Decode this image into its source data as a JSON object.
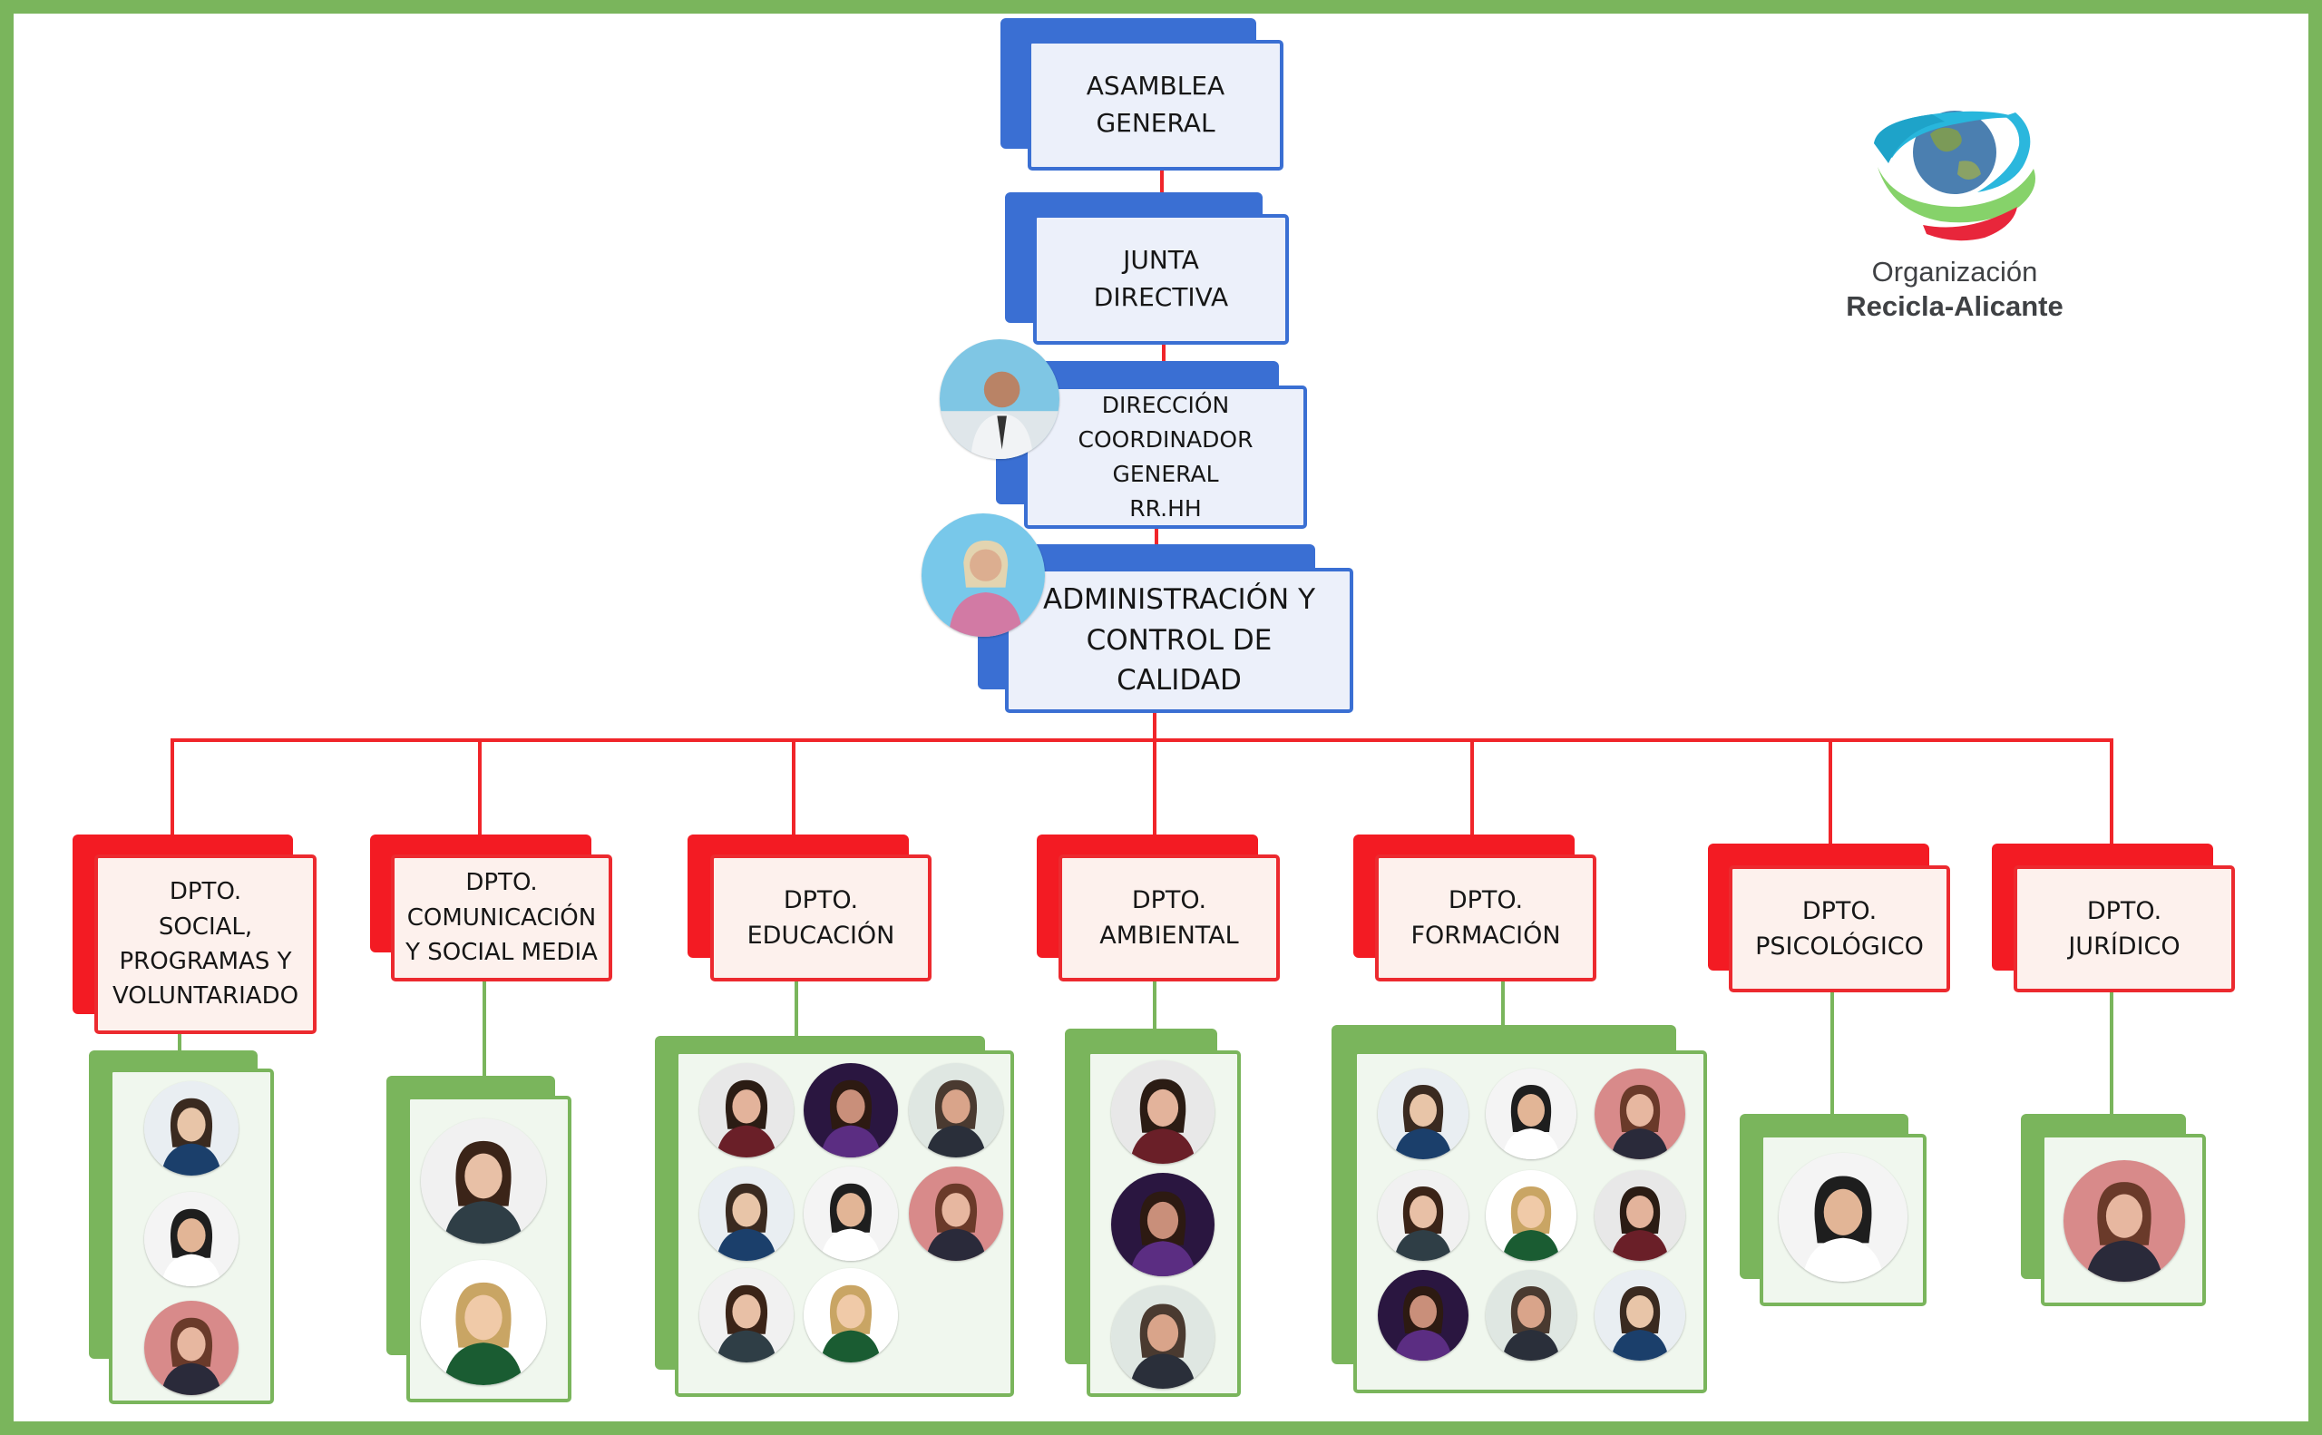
{
  "logo": {
    "line1": "Organización",
    "line2": "Recicla-Alicante"
  },
  "hierarchy": [
    {
      "id": "asamblea",
      "label": "ASAMBLEA\nGENERAL"
    },
    {
      "id": "junta",
      "label": "JUNTA\nDIRECTIVA"
    },
    {
      "id": "direccion",
      "label": "DIRECCIÓN\nCOORDINADOR\nGENERAL\nRR.HH"
    },
    {
      "id": "administracion",
      "label": "ADMINISTRACIÓN Y\nCONTROL DE\nCALIDAD"
    }
  ],
  "departments": [
    {
      "id": "social",
      "label": "DPTO.\nSOCIAL,\nPROGRAMAS Y\nVOLUNTARIADO",
      "members": 3
    },
    {
      "id": "comunicacion",
      "label": "DPTO.\nCOMUNICACIÓN\nY SOCIAL MEDIA",
      "members": 2
    },
    {
      "id": "educacion",
      "label": "DPTO.\nEDUCACIÓN",
      "members": 8
    },
    {
      "id": "ambiental",
      "label": "DPTO.\nAMBIENTAL",
      "members": 3
    },
    {
      "id": "formacion",
      "label": "DPTO.\nFORMACIÓN",
      "members": 9
    },
    {
      "id": "psicologico",
      "label": "DPTO.\nPSICOLÓGICO",
      "members": 1
    },
    {
      "id": "juridico",
      "label": "DPTO.\nJURÍDICO",
      "members": 1
    }
  ],
  "colors": {
    "frame": "#7ab55c",
    "blue": "#3a6fd3",
    "red": "#f0252a",
    "green": "#7ab55c"
  }
}
